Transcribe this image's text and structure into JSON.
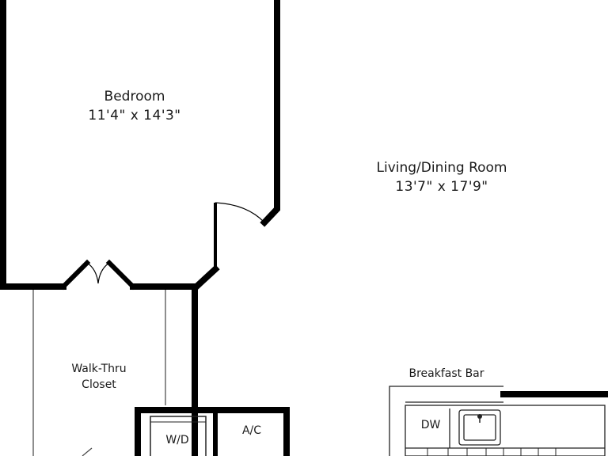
{
  "plan": {
    "rooms": [
      {
        "id": "bedroom",
        "name": "Bedroom",
        "dimensions": "11'4\" x 14'3\""
      },
      {
        "id": "living",
        "name": "Living/Dining Room",
        "dimensions": "13'7\" x 17'9\""
      }
    ],
    "closet": {
      "line1": "Walk-Thru",
      "line2": "Closet"
    },
    "breakfast_bar": "Breakfast Bar",
    "appliances": {
      "dw": "DW",
      "wd": "W/D",
      "ac": "A/C"
    }
  },
  "colors": {
    "wall": "#000000",
    "line": "#222222",
    "background": "#ffffff"
  }
}
